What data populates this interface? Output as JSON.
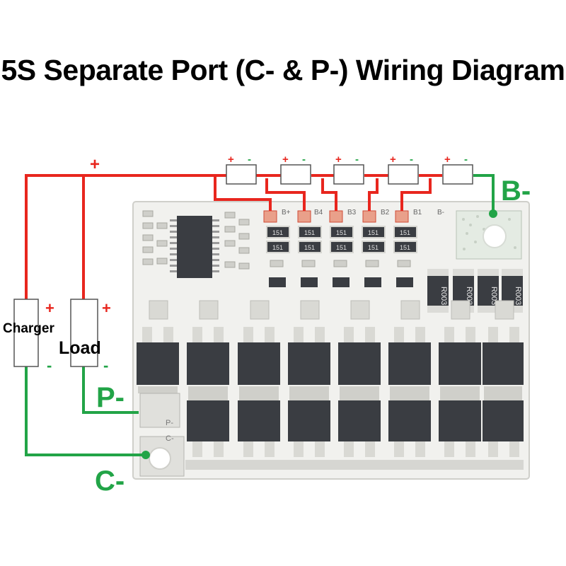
{
  "title": "5S Separate Port (C- & P-) Wiring Diagram",
  "labels": {
    "plus": "+",
    "minus": "-",
    "charger": "Charger",
    "load": "Load",
    "b_minus": "B-",
    "p_minus": "P-",
    "c_minus": "C-"
  },
  "board": {
    "tap_labels": [
      "B+",
      "B4",
      "B3",
      "B2",
      "B1",
      "B-"
    ],
    "ic_codes": [
      "151",
      "151",
      "151",
      "151",
      "151"
    ],
    "resistor_codes": [
      "R003",
      "R003",
      "R003",
      "R003"
    ],
    "pad_labels": [
      "P-",
      "C-"
    ]
  },
  "colors": {
    "positive_wire": "#e8261e",
    "negative_wire": "#22a447",
    "board": "#f1f1ee",
    "mosfet": "#3a3d42"
  }
}
